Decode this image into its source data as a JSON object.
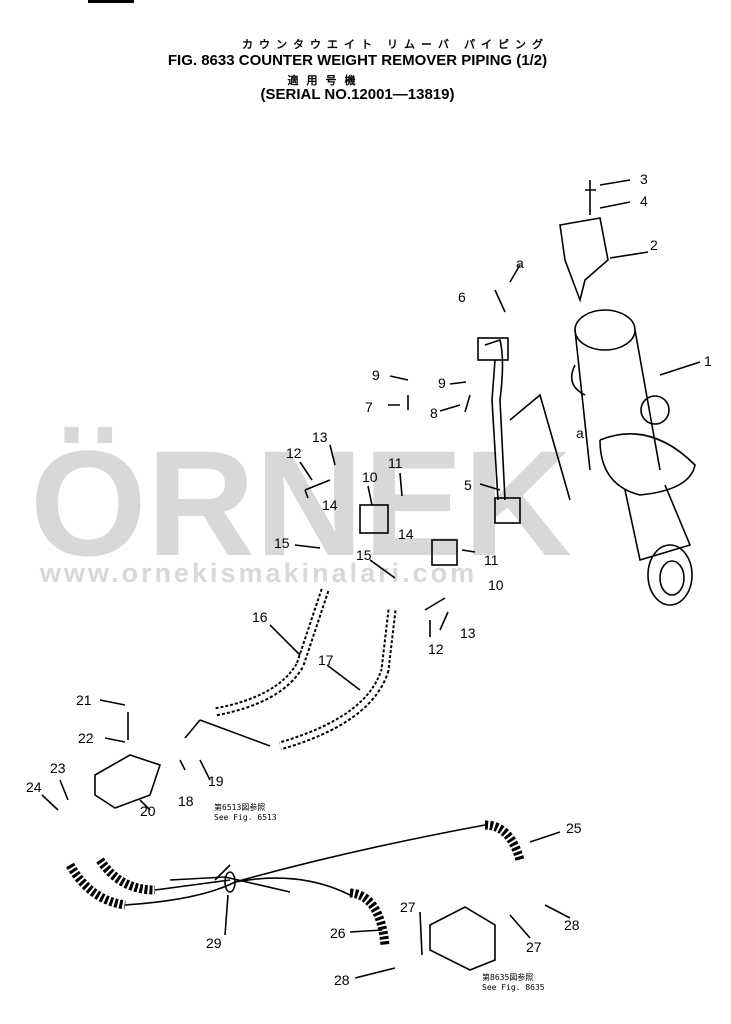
{
  "header": {
    "title_jp": "カウンタウエイト リムーバ パイピング",
    "title": "FIG. 8633 COUNTER WEIGHT REMOVER PIPING (1/2)",
    "serial_jp": "適用号機",
    "serial": "(SERIAL NO.12001—13819)"
  },
  "watermark": {
    "logo": "ÖRNEK",
    "url": "www.ornekismakinalari.com",
    "color": "#c8c8c8"
  },
  "callouts": [
    "1",
    "2",
    "3",
    "4",
    "5",
    "6",
    "7",
    "8",
    "9",
    "9",
    "10",
    "10",
    "11",
    "11",
    "12",
    "12",
    "13",
    "13",
    "14",
    "14",
    "15",
    "15",
    "16",
    "17",
    "18",
    "19",
    "20",
    "21",
    "22",
    "23",
    "24",
    "25",
    "26",
    "27",
    "27",
    "28",
    "28",
    "29",
    "a",
    "a"
  ],
  "references": [
    {
      "jp": "第6513図参照",
      "en": "See Fig. 6513"
    },
    {
      "jp": "第8635図参照",
      "en": "See Fig. 8635"
    }
  ]
}
